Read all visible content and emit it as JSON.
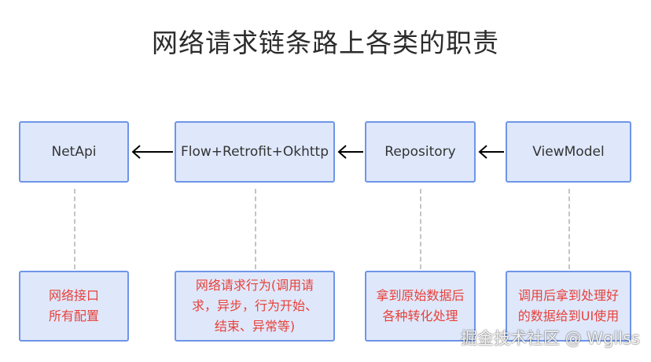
{
  "title": "网络请求链条路上各类的职责",
  "layers": [
    {
      "name": "NetApi",
      "duty": [
        "网络接口",
        "所有配置"
      ]
    },
    {
      "name": "Flow+Retrofit+Okhttp",
      "duty": [
        "网络请求行为(调用请",
        "求，异步，行为开始、",
        "结束、异常等)"
      ]
    },
    {
      "name": "Repository",
      "duty": [
        "拿到原始数据后",
        "各种转化处理"
      ]
    },
    {
      "name": "ViewModel",
      "duty": [
        "调用后拿到处理好",
        "的数据给到UI使用"
      ]
    }
  ],
  "watermark": "掘金技术社区 @ Wgllss",
  "colors": {
    "box_fill": "#dfe8fb",
    "box_border": "#6e95e8",
    "duty_text": "#e8413a",
    "connector": "#c4c4c4"
  }
}
